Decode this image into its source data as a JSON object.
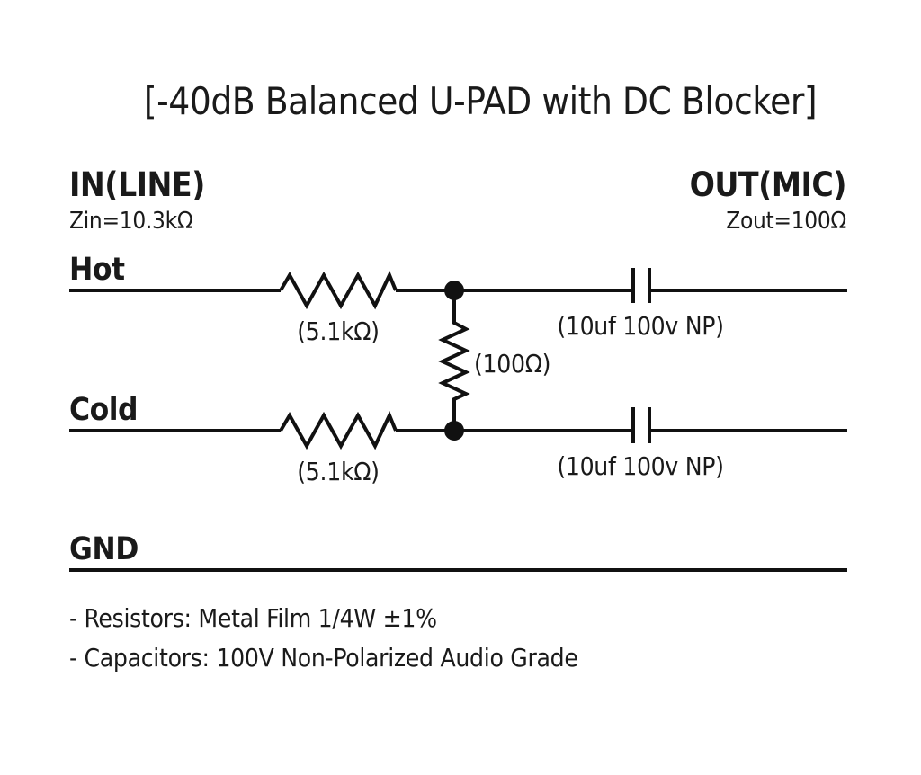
{
  "title": "[-40dB Balanced U-PAD with DC Blocker]",
  "input": {
    "label": "IN(LINE)",
    "impedance": "Zin=10.3kΩ"
  },
  "output": {
    "label": "OUT(MIC)",
    "impedance": "Zout=100Ω"
  },
  "lines": {
    "hot": "Hot",
    "cold": "Cold",
    "gnd": "GND"
  },
  "components": {
    "hot_resistor": "(5.1kΩ)",
    "cold_resistor": "(5.1kΩ)",
    "shunt_resistor": "(100Ω)",
    "hot_capacitor": "(10uf 100v NP)",
    "cold_capacitor": "(10uf 100v NP)"
  },
  "notes": [
    "- Resistors: Metal Film 1/4W ±1%",
    "- Capacitors: 100V Non-Polarized Audio Grade"
  ]
}
